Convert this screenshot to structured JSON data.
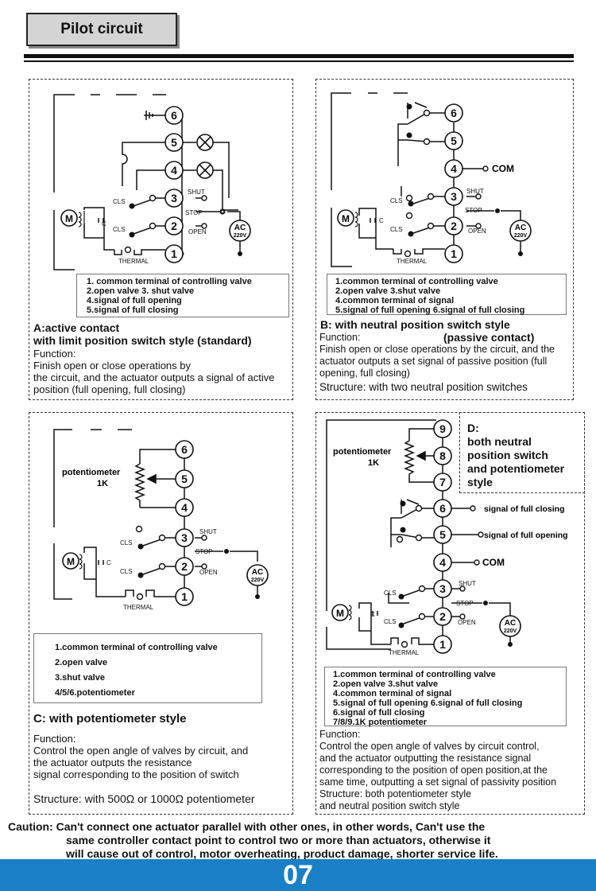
{
  "header": {
    "title": "Pilot circuit"
  },
  "labels": {
    "shut": "SHUT",
    "stop": "STOP",
    "open": "OPEN",
    "cls": "CLS",
    "thermal": "THERMAL",
    "ac": "AC",
    "v220": "220V",
    "motor": "M",
    "c": "C",
    "com": "COM",
    "pot": "potentiometer",
    "pot1k": "1K"
  },
  "panel_a": {
    "legend": [
      "1. common terminal of controlling valve",
      "2.open valve      3. shut valve",
      "4.signal of full opening",
      "5.signal of full closing"
    ],
    "heading": [
      "A:active contact",
      "with limit position switch style (standard)"
    ],
    "function_label": "Function:",
    "function_text": [
      "Finish open or close operations by",
      "the circuit, and the actuator outputs a signal of active",
      " position (full opening, full closing)"
    ]
  },
  "panel_b": {
    "legend": [
      "1.common terminal of controlling valve",
      "2.open valve   3.shut valve",
      "4.common terminal of signal",
      "5.signal of full opening    6.signal of full closing"
    ],
    "heading": [
      "B: with neutral position switch style",
      "(passive contact)"
    ],
    "function_label": "Function:",
    "function_text": [
      "Finish open or close operations by the circuit, and the",
      " actuator outputs  a set signal of passive position (full",
      " opening, full closing)"
    ],
    "structure": "Structure: with two neutral position switches"
  },
  "panel_c": {
    "legend": [
      "1.common terminal of controlling valve",
      "2.open valve",
      "3.shut valve",
      "4/5/6.potentiometer"
    ],
    "heading": "C: with potentiometer style",
    "function_label": "Function:",
    "function_text": [
      "Control the open angle of valves by circuit, and",
      "the actuator outputs the resistance",
      "signal corresponding to the position of switch"
    ],
    "structure": "Structure: with 500Ω  or 1000Ω  potentiometer"
  },
  "panel_d": {
    "heading": [
      "D:",
      "both neutral",
      "position switch",
      "and potentiometer",
      "style"
    ],
    "signal_full_closing": "signal of full closing",
    "signal_full_opening": "signal of full opening",
    "legend": [
      "1.common terminal of controlling valve",
      "2.open valve   3.shut valve",
      "4.common terminal of signal",
      "5.signal of full opening    6.signal of full closing",
      "6.signal of full closing",
      "7/8/9.1K potentiometer"
    ],
    "function_label": "Function:",
    "function_text": [
      "Control the open angle of valves by circuit control,",
      "and the actuator outputting the resistance signal",
      "corresponding to the position of open position,at the",
      "same time, outputting a set signal of passivity position",
      "Structure: both potentiometer style",
      "and neutral position switch style"
    ]
  },
  "caution": [
    "Caution: Can't connect one actuator parallel with other ones, in other words,  Can't use the",
    "same controller contact point to control two or more than  actuators, otherwise it",
    "will cause out of control, motor overheating, product damage, shorter service life."
  ],
  "footer": {
    "page": "07"
  }
}
